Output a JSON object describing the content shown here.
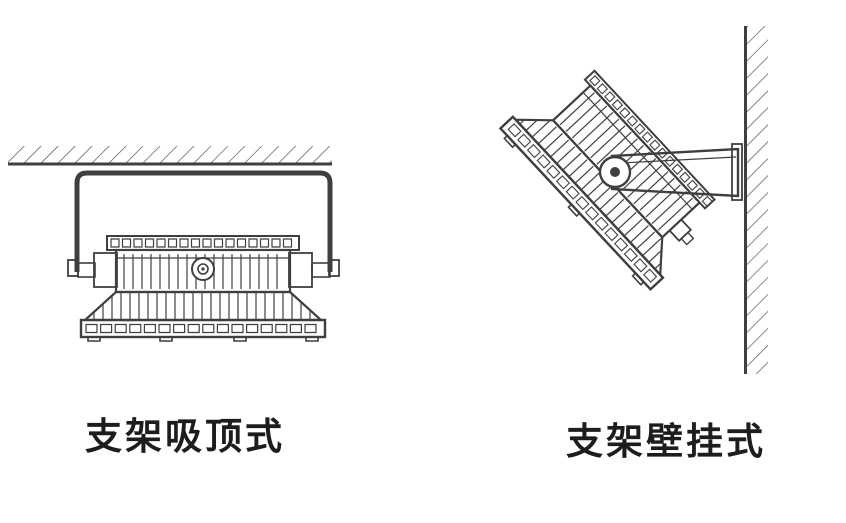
{
  "page": {
    "background_color": "#ffffff",
    "line_color": "#3f3f3f",
    "text_color": "#1d1d1d"
  },
  "figures": {
    "ceiling": {
      "caption": "支架吸顶式",
      "description": "bracket ceiling-mounted floodlight, front view"
    },
    "wall": {
      "caption": "支架壁挂式",
      "description": "bracket wall-mounted floodlight, tilted side view"
    }
  }
}
